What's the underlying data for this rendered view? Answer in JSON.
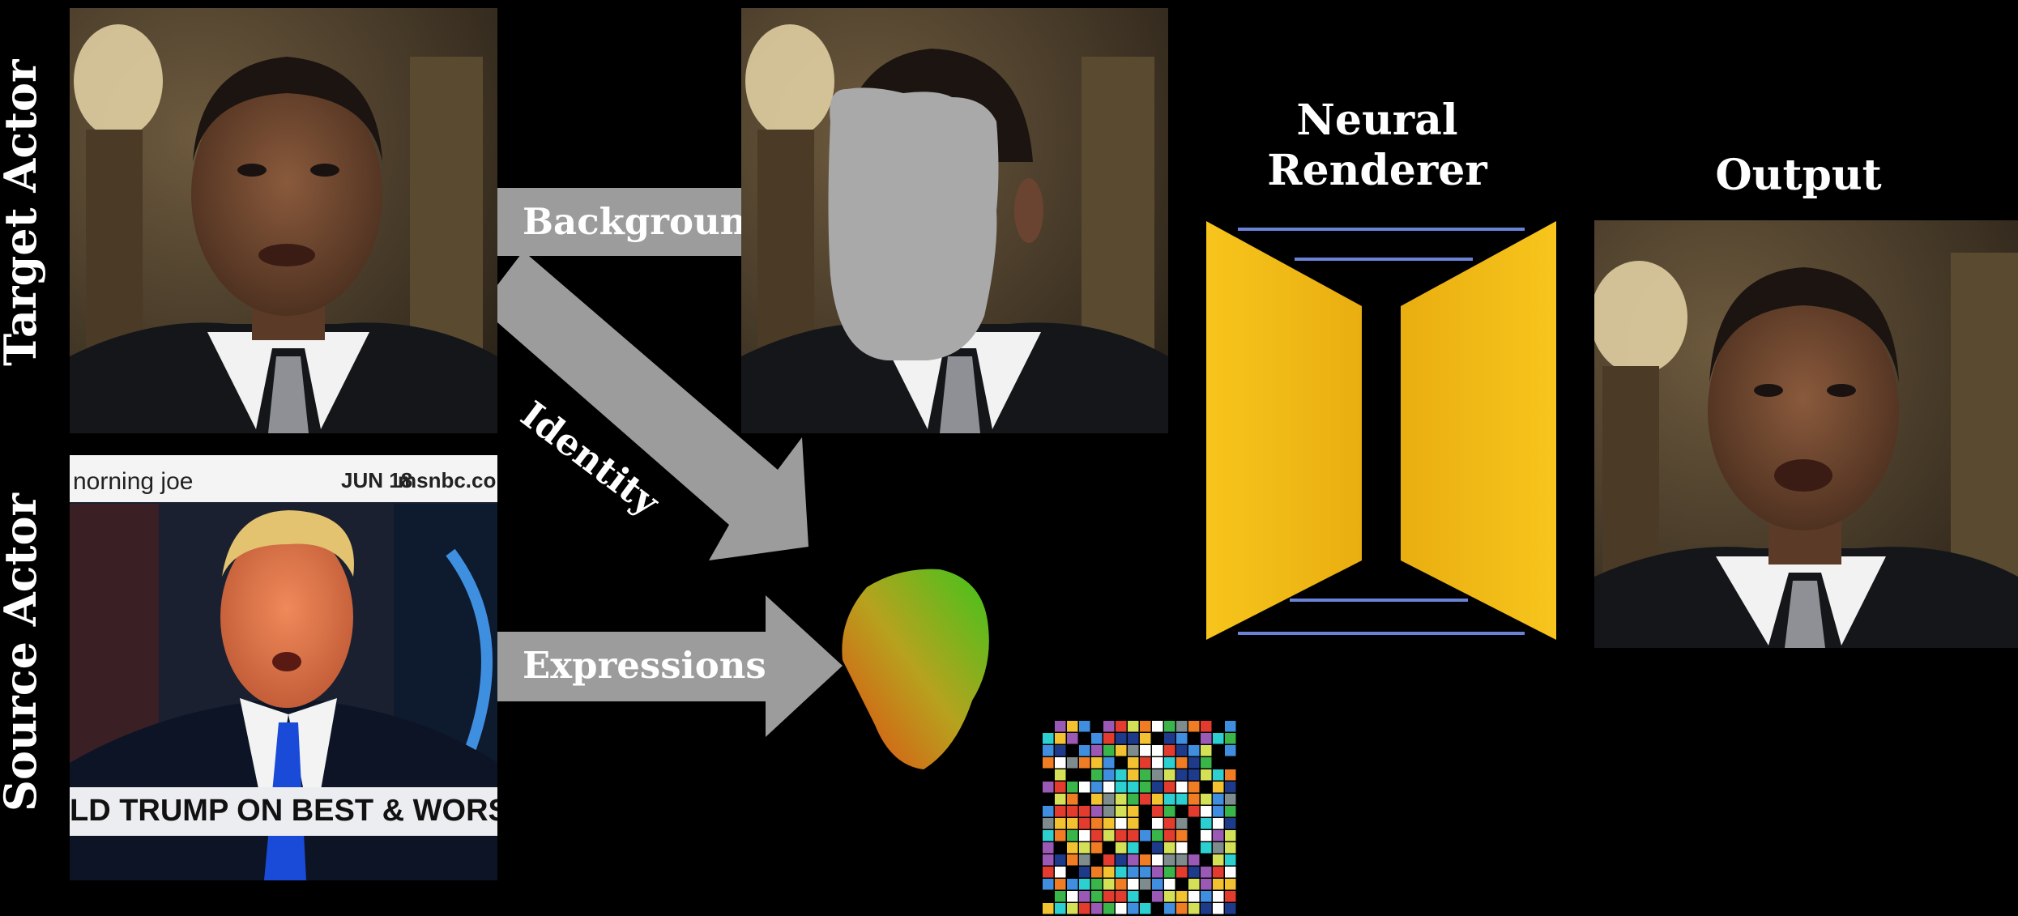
{
  "side_labels": {
    "target": "Target Actor",
    "source": "Source Actor"
  },
  "headings": {
    "neural_renderer_line1": "Neural",
    "neural_renderer_line2": "Renderer",
    "output": "Output"
  },
  "arrows": {
    "background": "Background",
    "identity": "Identity",
    "expressions": "Expressions"
  },
  "tv_overlay": {
    "show": "norning joe",
    "date": "JUN 18",
    "network": "msnbc.co",
    "ticker": "LD TRUMP ON BEST & WORST PRESI"
  },
  "colors": {
    "renderer": "#f5c116",
    "renderer_lines": "#6b82d6",
    "arrow": "#9c9c9c",
    "mask": "#a9a9a9"
  },
  "figures": {
    "target_frame": "portrait-photo",
    "masked_frame": "portrait-photo-masked",
    "face_mesh": "face-mesh-gradient",
    "neural_texture": "color-grid-texture",
    "output_frame": "portrait-photo"
  }
}
